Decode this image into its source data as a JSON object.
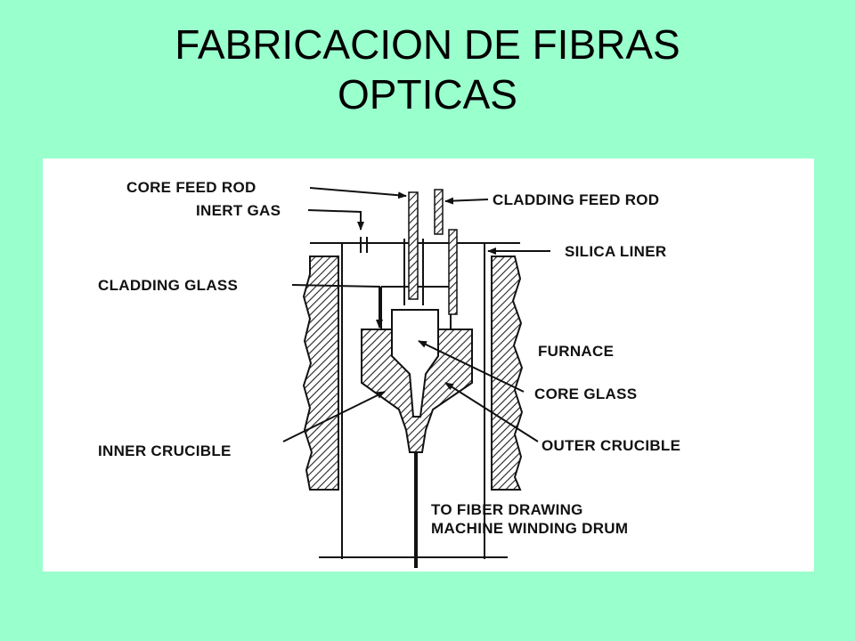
{
  "slide": {
    "title_line1": "FABRICACION DE FIBRAS",
    "title_line2": "OPTICAS"
  },
  "diagram": {
    "labels": {
      "core_feed_rod": "CORE FEED ROD",
      "inert_gas": "INERT GAS",
      "cladding_feed_rod": "CLADDING FEED ROD",
      "silica_liner": "SILICA LINER",
      "cladding_glass": "CLADDING GLASS",
      "furnace": "FURNACE",
      "core_glass": "CORE GLASS",
      "inner_crucible": "INNER CRUCIBLE",
      "outer_crucible": "OUTER CRUCIBLE",
      "to_fiber_drawing": "TO FIBER DRAWING",
      "machine_winding_drum": "MACHINE WINDING DRUM"
    }
  }
}
